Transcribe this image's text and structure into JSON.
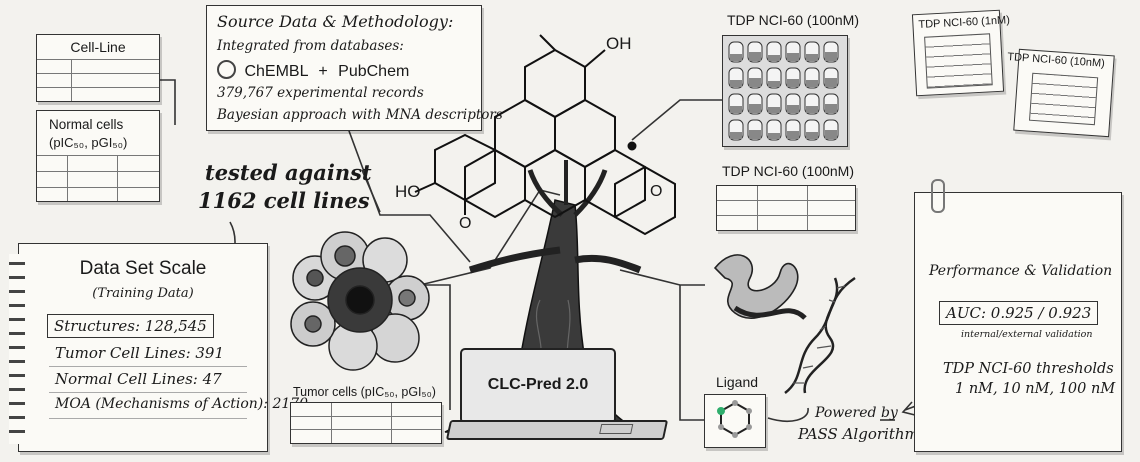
{
  "source": {
    "title": "Source Data & Methodology:",
    "line1": "Integrated from databases:",
    "db1": "ChEMBL",
    "plus": "+",
    "db2": "PubChem",
    "line3": "379,767 experimental records",
    "line4": "Bayesian approach with MNA descriptors"
  },
  "cell_line": {
    "title": "Cell-Line"
  },
  "normal_cells": {
    "title_1": "Normal cells",
    "title_2": "(pIC₅₀, pGI₅₀)"
  },
  "tested": {
    "line1": "tested against",
    "line2": "1162 cell lines"
  },
  "dataset": {
    "title": "Data Set Scale",
    "subtitle": "(Training Data)",
    "structures": "Structures: 128,545",
    "tumor_lines": "Tumor Cell Lines: 391",
    "normal_lines": "Normal Cell Lines: 47",
    "moa": "MOA (Mechanisms of Action): 2170"
  },
  "molecule": {
    "oh_top": "OH",
    "ho_left": "HO",
    "o_ring": "O",
    "o_keto": "O"
  },
  "tdp": {
    "plate_title": "TDP NCI-60 (100nM)",
    "table_title": "TDP NCI-60 (100nM)",
    "paper_1nm": "TDP NCI-60 (1nM)",
    "paper_10nm": "TDP NCI-60 (10nM)"
  },
  "tumor_cells": {
    "title": "Tumor cells (pIC₅₀, pGI₅₀)"
  },
  "laptop": {
    "label": "CLC-Pred 2.0"
  },
  "ligand": {
    "label": "Ligand"
  },
  "powered": {
    "line1": "Powered by",
    "line2": "PASS Algorithm"
  },
  "performance": {
    "title": "Performance & Validation",
    "auc": "AUC: 0.925 / 0.923",
    "auc_note": "internal/external validation",
    "thresholds_title": "TDP NCI-60 thresholds",
    "thresholds": "1 nM, 10 nM, 100 nM"
  }
}
